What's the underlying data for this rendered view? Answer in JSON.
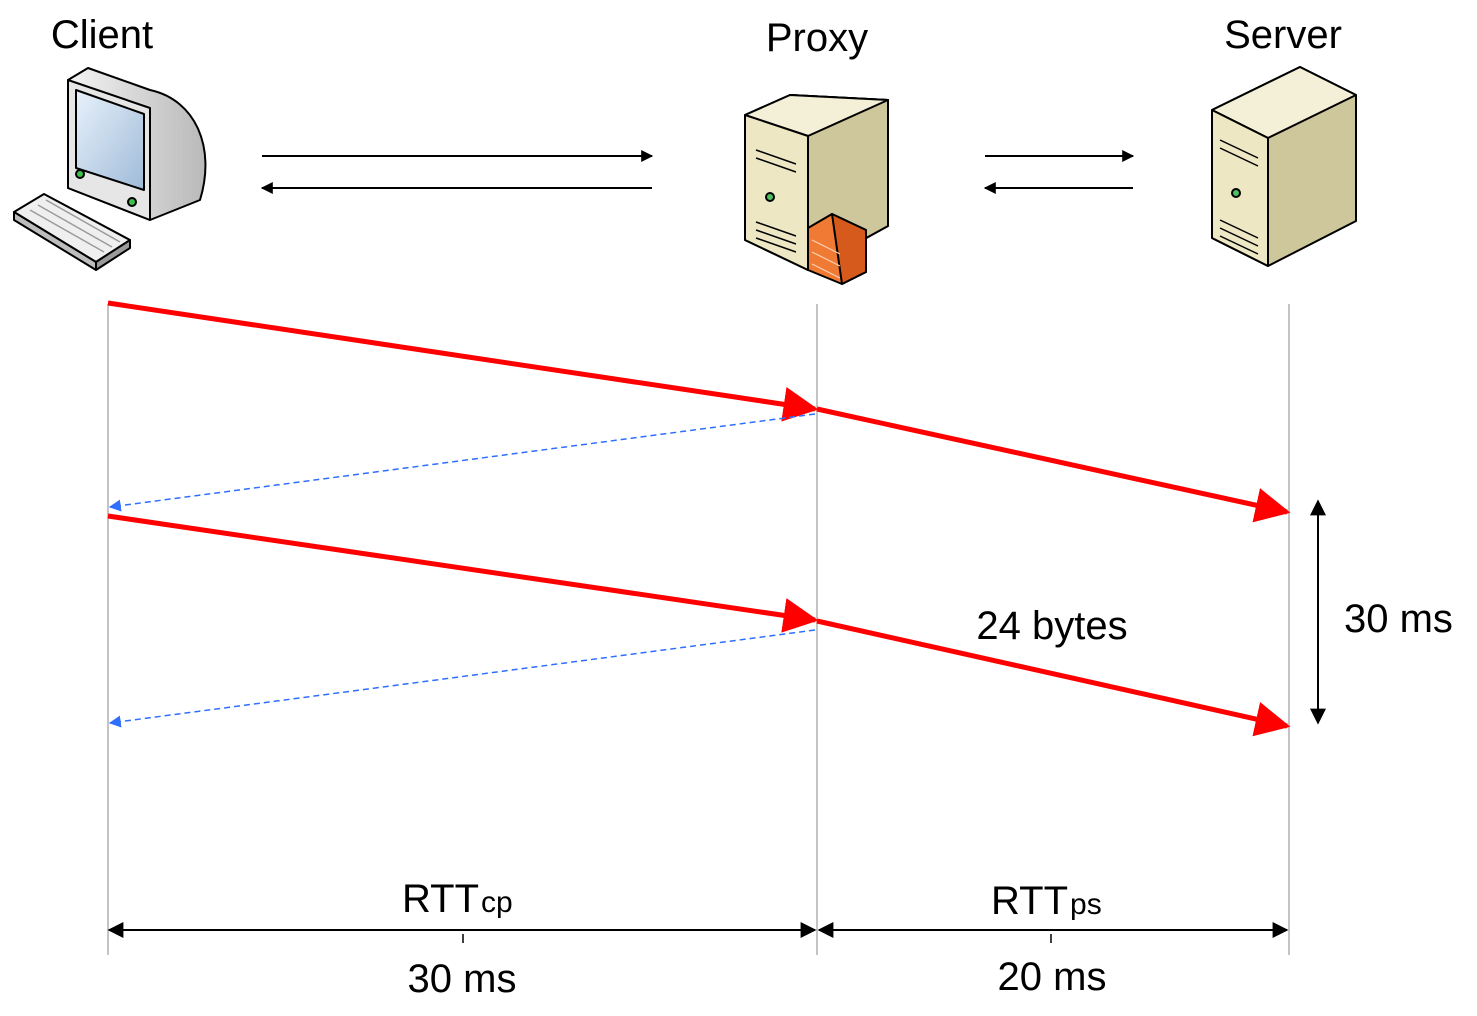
{
  "nodes": {
    "client": {
      "label": "Client",
      "icon": "computer-icon"
    },
    "proxy": {
      "label": "Proxy",
      "icon": "server-firewall-icon"
    },
    "server": {
      "label": "Server",
      "icon": "server-icon"
    }
  },
  "annotations": {
    "payload": "24 bytes",
    "server_interval": "30 ms"
  },
  "rtt_client_proxy": {
    "main": "RTT",
    "sub": "cp",
    "value": "30 ms"
  },
  "rtt_proxy_server": {
    "main": "RTT",
    "sub": "ps",
    "value": "20 ms"
  },
  "colors": {
    "data_arrow": "#ff0000",
    "ack_arrow": "#2f6fff",
    "timeline": "#b0b0b0",
    "server_body": "#ede7c4",
    "firewall": "#f07a33"
  }
}
